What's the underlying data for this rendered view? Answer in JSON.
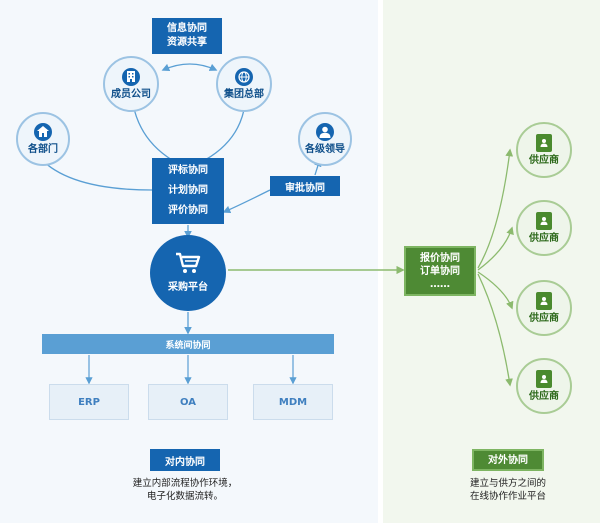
{
  "internal": {
    "resource_box": [
      "信息协同",
      "资源共享"
    ],
    "nodes": {
      "member": "成员公司",
      "group": "集团总部",
      "dept": "各部门",
      "leader": "各级领导"
    },
    "collab_box": [
      "评标协同",
      "计划协同",
      "评价协同"
    ],
    "approval": "审批协同",
    "platform": "采购平台",
    "system_bar": "系统间协同",
    "systems": [
      "ERP",
      "OA",
      "MDM"
    ],
    "tag": "对内协同",
    "desc": [
      "建立内部流程协作环境，",
      "电子化数据流转。"
    ]
  },
  "external": {
    "box": [
      "报价协同",
      "订单协同",
      "……"
    ],
    "suppliers": [
      "供应商",
      "供应商",
      "供应商",
      "供应商"
    ],
    "tag": "对外协同",
    "desc": [
      "建立与供方之间的",
      "在线协作作业平台"
    ]
  },
  "colors": {
    "primary_blue": "#1565b0",
    "light_blue": "#5a9fd4",
    "green": "#4e8a34",
    "green_line": "#8cba6e"
  },
  "icons": [
    "building-icon",
    "globe-icon",
    "home-icon",
    "person-icon",
    "cart-icon",
    "contact-book-icon"
  ]
}
